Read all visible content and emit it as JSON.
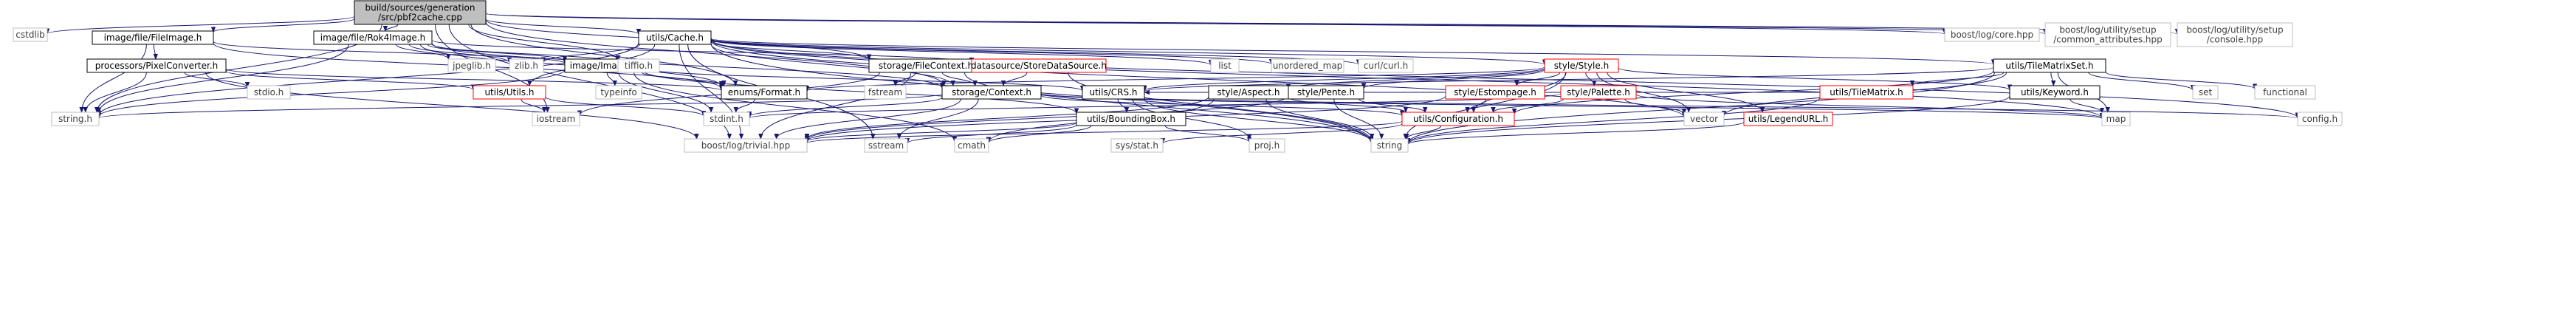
{
  "nodes": [
    {
      "id": "root",
      "lines": [
        "build/sources/generation",
        "/src/pbf2cache.cpp"
      ],
      "kind": "root"
    },
    {
      "id": "cstdlib",
      "lines": [
        "cstdlib"
      ],
      "kind": "ext"
    },
    {
      "id": "fileimage",
      "lines": [
        "image/file/FileImage.h"
      ],
      "kind": "doc"
    },
    {
      "id": "rok4image",
      "lines": [
        "image/file/Rok4Image.h"
      ],
      "kind": "doc"
    },
    {
      "id": "cache",
      "lines": [
        "utils/Cache.h"
      ],
      "kind": "doc"
    },
    {
      "id": "boostcore",
      "lines": [
        "boost/log/core.hpp"
      ],
      "kind": "ext"
    },
    {
      "id": "commonattr",
      "lines": [
        "boost/log/utility/setup",
        "/common_attributes.hpp"
      ],
      "kind": "ext"
    },
    {
      "id": "consolehpp",
      "lines": [
        "boost/log/utility/setup",
        "/console.hpp"
      ],
      "kind": "ext"
    },
    {
      "id": "pixelconv",
      "lines": [
        "processors/PixelConverter.h"
      ],
      "kind": "doc"
    },
    {
      "id": "jpeglib",
      "lines": [
        "jpeglib.h"
      ],
      "kind": "ext"
    },
    {
      "id": "zlib",
      "lines": [
        "zlib.h"
      ],
      "kind": "ext"
    },
    {
      "id": "image",
      "lines": [
        "image/Image.h"
      ],
      "kind": "doc"
    },
    {
      "id": "tiffio",
      "lines": [
        "tiffio.h"
      ],
      "kind": "ext"
    },
    {
      "id": "filecontext",
      "lines": [
        "storage/FileContext.h"
      ],
      "kind": "doc"
    },
    {
      "id": "storedatasource",
      "lines": [
        "datasource/StoreDataSource.h"
      ],
      "kind": "red"
    },
    {
      "id": "list",
      "lines": [
        "list"
      ],
      "kind": "ext"
    },
    {
      "id": "unordered_map",
      "lines": [
        "unordered_map"
      ],
      "kind": "ext"
    },
    {
      "id": "curl",
      "lines": [
        "curl/curl.h"
      ],
      "kind": "ext"
    },
    {
      "id": "style",
      "lines": [
        "style/Style.h"
      ],
      "kind": "red"
    },
    {
      "id": "tilematrixset",
      "lines": [
        "utils/TileMatrixSet.h"
      ],
      "kind": "doc"
    },
    {
      "id": "stdio",
      "lines": [
        "stdio.h"
      ],
      "kind": "ext"
    },
    {
      "id": "utils",
      "lines": [
        "utils/Utils.h"
      ],
      "kind": "red"
    },
    {
      "id": "typeinfo",
      "lines": [
        "typeinfo"
      ],
      "kind": "ext"
    },
    {
      "id": "enums",
      "lines": [
        "enums/Format.h"
      ],
      "kind": "doc"
    },
    {
      "id": "fstream",
      "lines": [
        "fstream"
      ],
      "kind": "ext"
    },
    {
      "id": "storagecontext",
      "lines": [
        "storage/Context.h"
      ],
      "kind": "doc"
    },
    {
      "id": "crs",
      "lines": [
        "utils/CRS.h"
      ],
      "kind": "doc"
    },
    {
      "id": "aspect",
      "lines": [
        "style/Aspect.h"
      ],
      "kind": "doc"
    },
    {
      "id": "pente",
      "lines": [
        "style/Pente.h"
      ],
      "kind": "doc"
    },
    {
      "id": "estompage",
      "lines": [
        "style/Estompage.h"
      ],
      "kind": "red"
    },
    {
      "id": "palette",
      "lines": [
        "style/Palette.h"
      ],
      "kind": "red"
    },
    {
      "id": "tilematrix",
      "lines": [
        "utils/TileMatrix.h"
      ],
      "kind": "red"
    },
    {
      "id": "keyword",
      "lines": [
        "utils/Keyword.h"
      ],
      "kind": "doc"
    },
    {
      "id": "set",
      "lines": [
        "set"
      ],
      "kind": "ext"
    },
    {
      "id": "functional",
      "lines": [
        "functional"
      ],
      "kind": "ext"
    },
    {
      "id": "string_h",
      "lines": [
        "string.h"
      ],
      "kind": "ext"
    },
    {
      "id": "iostream",
      "lines": [
        "iostream"
      ],
      "kind": "ext"
    },
    {
      "id": "stdint",
      "lines": [
        "stdint.h"
      ],
      "kind": "ext"
    },
    {
      "id": "bbox",
      "lines": [
        "utils/BoundingBox.h"
      ],
      "kind": "doc"
    },
    {
      "id": "configuration",
      "lines": [
        "utils/Configuration.h"
      ],
      "kind": "red"
    },
    {
      "id": "vector",
      "lines": [
        "vector"
      ],
      "kind": "ext"
    },
    {
      "id": "map",
      "lines": [
        "map"
      ],
      "kind": "ext"
    },
    {
      "id": "config",
      "lines": [
        "config.h"
      ],
      "kind": "ext"
    },
    {
      "id": "legendurl",
      "lines": [
        "utils/LegendURL.h"
      ],
      "kind": "red"
    },
    {
      "id": "trivial",
      "lines": [
        "boost/log/trivial.hpp"
      ],
      "kind": "ext"
    },
    {
      "id": "sstream",
      "lines": [
        "sstream"
      ],
      "kind": "ext"
    },
    {
      "id": "cmath",
      "lines": [
        "cmath"
      ],
      "kind": "ext"
    },
    {
      "id": "sysstat",
      "lines": [
        "sys/stat.h"
      ],
      "kind": "ext"
    },
    {
      "id": "proj",
      "lines": [
        "proj.h"
      ],
      "kind": "ext"
    },
    {
      "id": "string",
      "lines": [
        "string"
      ],
      "kind": "ext"
    }
  ],
  "edges": [
    [
      "root",
      "cstdlib"
    ],
    [
      "root",
      "fileimage"
    ],
    [
      "root",
      "rok4image"
    ],
    [
      "root",
      "cache"
    ],
    [
      "root",
      "boostcore"
    ],
    [
      "root",
      "commonattr"
    ],
    [
      "root",
      "consolehpp"
    ],
    [
      "root",
      "tiffio"
    ],
    [
      "root",
      "filecontext"
    ],
    [
      "root",
      "enums"
    ],
    [
      "root",
      "iostream"
    ],
    [
      "root",
      "string_h"
    ],
    [
      "root",
      "trivial"
    ],
    [
      "root",
      "storagecontext"
    ],
    [
      "fileimage",
      "pixelconv"
    ],
    [
      "fileimage",
      "image"
    ],
    [
      "fileimage",
      "string_h"
    ],
    [
      "fileimage",
      "enums"
    ],
    [
      "rok4image",
      "jpeglib"
    ],
    [
      "rok4image",
      "zlib"
    ],
    [
      "rok4image",
      "image"
    ],
    [
      "rok4image",
      "tiffio"
    ],
    [
      "rok4image",
      "enums"
    ],
    [
      "rok4image",
      "storagecontext"
    ],
    [
      "rok4image",
      "storedatasource"
    ],
    [
      "rok4image",
      "string_h"
    ],
    [
      "cache",
      "filecontext"
    ],
    [
      "cache",
      "list"
    ],
    [
      "cache",
      "unordered_map"
    ],
    [
      "cache",
      "curl"
    ],
    [
      "cache",
      "style"
    ],
    [
      "cache",
      "tilematrixset"
    ],
    [
      "cache",
      "utils"
    ],
    [
      "cache",
      "zlib"
    ],
    [
      "cache",
      "storagecontext"
    ],
    [
      "cache",
      "map"
    ],
    [
      "cache",
      "sstream"
    ],
    [
      "cache",
      "trivial"
    ],
    [
      "cache",
      "string_h"
    ],
    [
      "cache",
      "vector"
    ],
    [
      "cache",
      "string"
    ],
    [
      "cache",
      "config"
    ],
    [
      "pixelconv",
      "stdio"
    ],
    [
      "pixelconv",
      "utils"
    ],
    [
      "pixelconv",
      "enums"
    ],
    [
      "pixelconv",
      "string_h"
    ],
    [
      "pixelconv",
      "trivial"
    ],
    [
      "image",
      "typeinfo"
    ],
    [
      "image",
      "crs"
    ],
    [
      "image",
      "bbox"
    ],
    [
      "image",
      "string_h"
    ],
    [
      "image",
      "stdint"
    ],
    [
      "image",
      "cmath"
    ],
    [
      "image",
      "enums"
    ],
    [
      "filecontext",
      "fstream"
    ],
    [
      "filecontext",
      "storagecontext"
    ],
    [
      "filecontext",
      "iostream"
    ],
    [
      "filecontext",
      "trivial"
    ],
    [
      "filecontext",
      "string"
    ],
    [
      "storedatasource",
      "storagecontext"
    ],
    [
      "storedatasource",
      "string"
    ],
    [
      "style",
      "crs"
    ],
    [
      "style",
      "aspect"
    ],
    [
      "style",
      "pente"
    ],
    [
      "style",
      "estompage"
    ],
    [
      "style",
      "palette"
    ],
    [
      "style",
      "legendurl"
    ],
    [
      "style",
      "keyword"
    ],
    [
      "style",
      "configuration"
    ],
    [
      "style",
      "vector"
    ],
    [
      "style",
      "enums"
    ],
    [
      "style",
      "string"
    ],
    [
      "tilematrixset",
      "tilematrix"
    ],
    [
      "tilematrixset",
      "keyword"
    ],
    [
      "tilematrixset",
      "set"
    ],
    [
      "tilematrixset",
      "functional"
    ],
    [
      "tilematrixset",
      "crs"
    ],
    [
      "tilematrixset",
      "configuration"
    ],
    [
      "tilematrixset",
      "map"
    ],
    [
      "tilematrixset",
      "vector"
    ],
    [
      "tilematrixset",
      "string"
    ],
    [
      "utils",
      "iostream"
    ],
    [
      "utils",
      "stdint"
    ],
    [
      "enums",
      "stdint"
    ],
    [
      "storagecontext",
      "stdint"
    ],
    [
      "storagecontext",
      "configuration"
    ],
    [
      "storagecontext",
      "map"
    ],
    [
      "storagecontext",
      "sstream"
    ],
    [
      "storagecontext",
      "trivial"
    ],
    [
      "storagecontext",
      "string_h"
    ],
    [
      "storagecontext",
      "config"
    ],
    [
      "crs",
      "bbox"
    ],
    [
      "crs",
      "proj"
    ],
    [
      "crs",
      "string"
    ],
    [
      "aspect",
      "trivial"
    ],
    [
      "aspect",
      "configuration"
    ],
    [
      "aspect",
      "cmath"
    ],
    [
      "aspect",
      "string"
    ],
    [
      "pente",
      "trivial"
    ],
    [
      "pente",
      "configuration"
    ],
    [
      "pente",
      "string"
    ],
    [
      "estompage",
      "configuration"
    ],
    [
      "estompage",
      "trivial"
    ],
    [
      "palette",
      "configuration"
    ],
    [
      "palette",
      "vector"
    ],
    [
      "palette",
      "stdint"
    ],
    [
      "palette",
      "map"
    ],
    [
      "tilematrix",
      "crs"
    ],
    [
      "tilematrix",
      "string"
    ],
    [
      "keyword",
      "map"
    ],
    [
      "keyword",
      "string"
    ],
    [
      "bbox",
      "sstream"
    ],
    [
      "bbox",
      "cmath"
    ],
    [
      "bbox",
      "trivial"
    ],
    [
      "bbox",
      "proj"
    ],
    [
      "configuration",
      "trivial"
    ],
    [
      "configuration",
      "string"
    ],
    [
      "configuration",
      "sysstat"
    ],
    [
      "legendurl",
      "string"
    ]
  ]
}
